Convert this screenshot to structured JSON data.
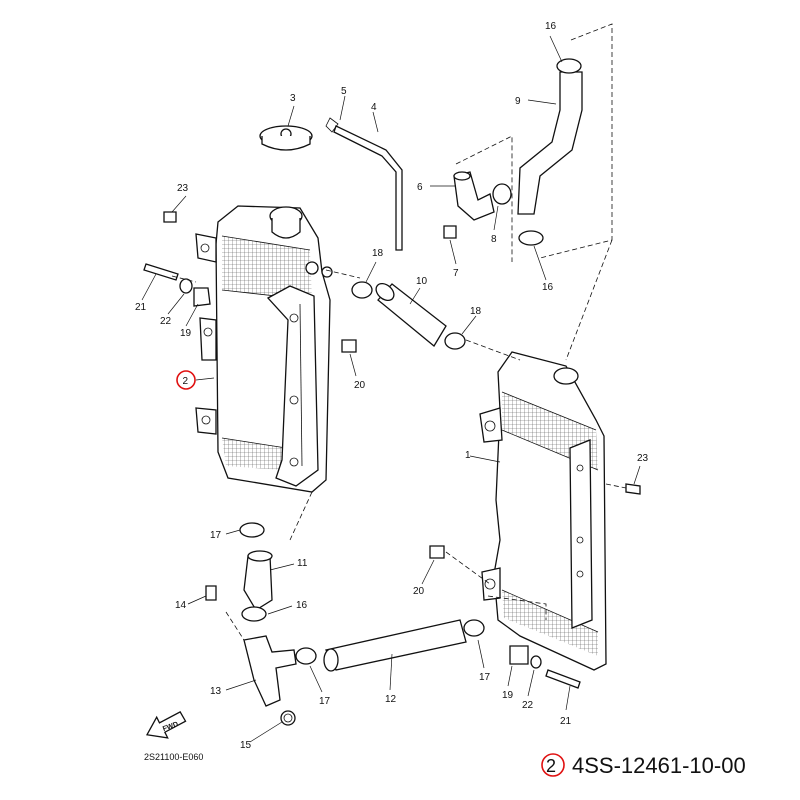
{
  "diagram_code": "2S21100-E060",
  "fwd_label": "FWD",
  "selected": {
    "ref": "2",
    "part_number": "4SS-12461-10-00"
  },
  "callouts": [
    "1",
    "2",
    "3",
    "4",
    "5",
    "6",
    "7",
    "8",
    "9",
    "10",
    "11",
    "12",
    "13",
    "14",
    "15",
    "16",
    "16",
    "16",
    "17",
    "17",
    "17",
    "18",
    "18",
    "19",
    "19",
    "20",
    "20",
    "21",
    "21",
    "22",
    "22",
    "23",
    "23"
  ],
  "colors": {
    "highlight": "#e01010",
    "line": "#111111"
  }
}
